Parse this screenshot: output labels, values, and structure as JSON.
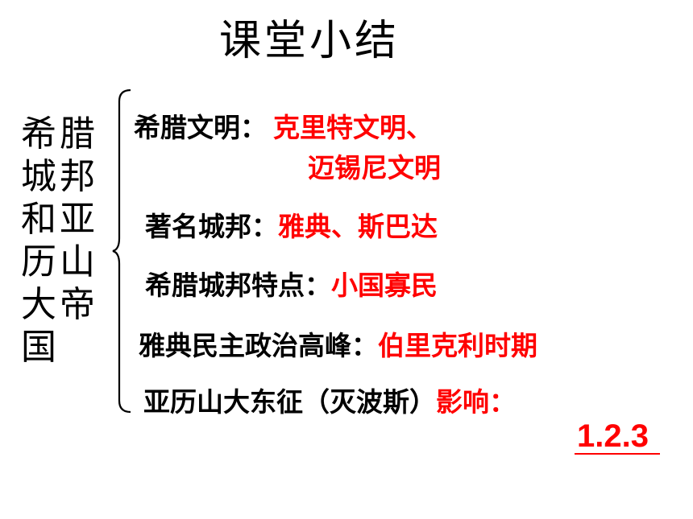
{
  "title": "课堂小结",
  "side_label_col1": [
    "希",
    "城",
    "和",
    "历",
    "大",
    "国"
  ],
  "side_label_col2": [
    "腊",
    "邦",
    "亚",
    "山",
    "帝"
  ],
  "items": [
    {
      "key": "希腊文明：",
      "value": "克里特文明、",
      "value2": "迈锡尼文明"
    },
    {
      "key": "著名城邦：",
      "value": "雅典、斯巴达"
    },
    {
      "key": "希腊城邦特点：",
      "value": "小国寡民"
    },
    {
      "key": "雅典民主政治高峰：",
      "value": "伯里克利时期"
    },
    {
      "key": "亚历山大东征（灭波斯）",
      "value": "影响：",
      "value2": "1.2.3"
    }
  ],
  "colors": {
    "key": "#000000",
    "value": "#ff0000"
  }
}
